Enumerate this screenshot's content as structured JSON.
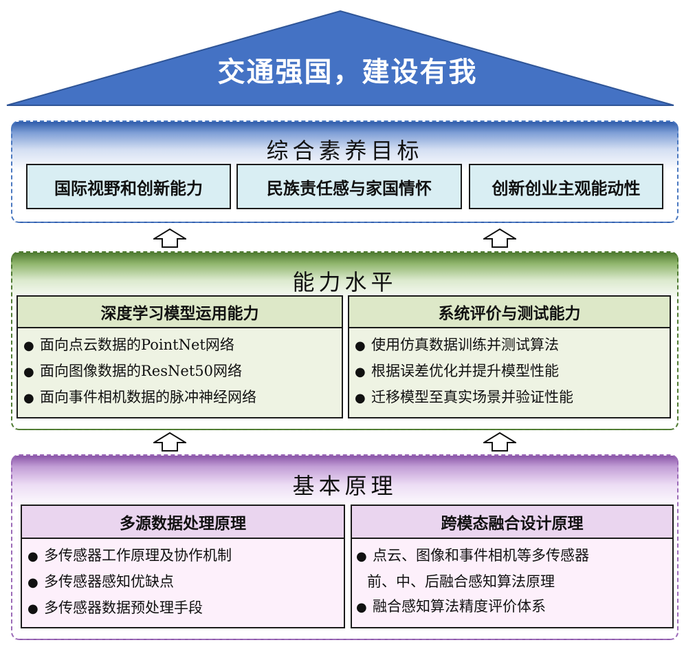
{
  "roof": {
    "title": "交通强国，建设有我",
    "color": "#4472c4"
  },
  "goals": {
    "title": "综合素养目标",
    "items": [
      "国际视野和创新能力",
      "民族责任感与家国情怀",
      "创新创业主观能动性"
    ]
  },
  "ability": {
    "title": "能力水平",
    "boxes": [
      {
        "header": "深度学习模型运用能力",
        "items": [
          "面向点云数据的PointNet网络",
          "面向图像数据的ResNet50网络",
          "面向事件相机数据的脉冲神经网络"
        ]
      },
      {
        "header": "系统评价与测试能力",
        "items": [
          "使用仿真数据训练并测试算法",
          "根据误差优化并提升模型性能",
          "迁移模型至真实场景并验证性能"
        ]
      }
    ]
  },
  "principles": {
    "title": "基本原理",
    "boxes": [
      {
        "header": "多源数据处理原理",
        "items": [
          "多传感器工作原理及协作机制",
          "多传感器感知优缺点",
          "多传感器数据预处理手段"
        ]
      },
      {
        "header": "跨模态融合设计原理",
        "items": [
          "点云、图像和事件相机等多传感器",
          "融合感知算法精度评价体系"
        ],
        "continuation": "前、中、后融合感知算法原理"
      }
    ]
  },
  "bullet_symbol": "●",
  "icons": {
    "arrow": "hollow-up-arrow-icon"
  }
}
